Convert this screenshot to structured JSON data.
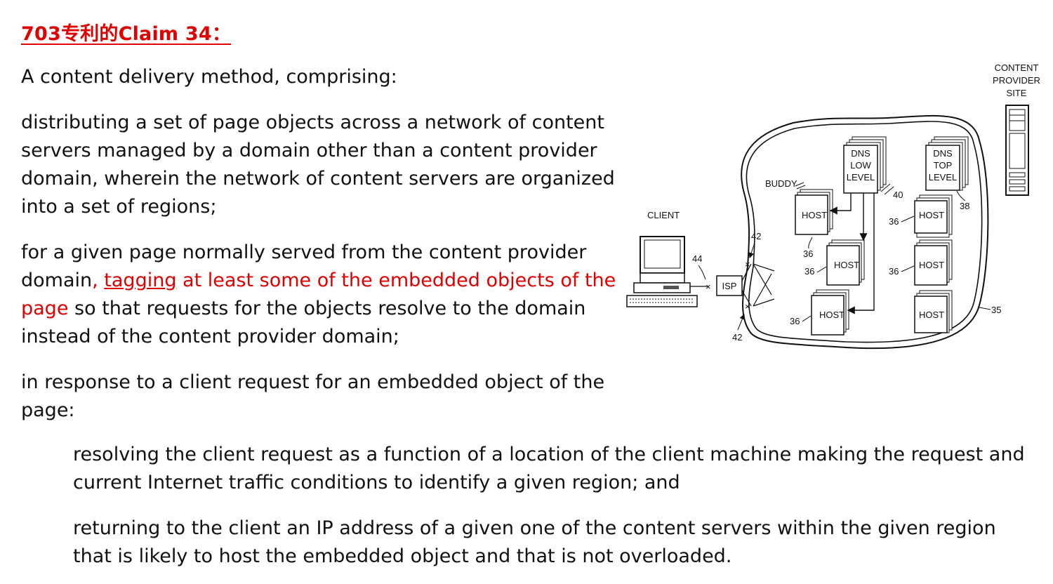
{
  "title": {
    "prefix": "703",
    "cn": "专利的",
    "claim": "Claim 34："
  },
  "intro": "A content delivery method, comprising:",
  "step1": "distributing a set of page objects across a network of content servers managed by a domain other than a content provider domain, wherein the network of content servers are organized into a set of regions;",
  "step2": {
    "lead": "for a given page normally served from the content provider domain",
    "comma": ", ",
    "red_underlined": "tagging",
    "red_rest": " at least some of the embedded objects of the page",
    "rest": " so that requests for the objects resolve to the domain instead of the content provider domain;"
  },
  "step3": "in response to a client request for an embedded object of the page:",
  "sub1": " resolving the client request as a function of a location of the  client machine making the request and current Internet traffic conditions to identify a given region; and",
  "sub2": " returning to the client an IP address of a given one of the content servers within the given region that is likely to host the embedded object and that is not overloaded.",
  "figure": {
    "client": "CLIENT",
    "isp": "ISP",
    "buddy": "BUDDY",
    "host": "HOST",
    "dns_low": [
      "DNS",
      "LOW",
      "LEVEL"
    ],
    "dns_top": [
      "DNS",
      "TOP",
      "LEVEL"
    ],
    "provider": [
      "CONTENT",
      "PROVIDER",
      "SITE"
    ],
    "refs": {
      "r35": "35",
      "r36": "36",
      "r38": "38",
      "r40": "40",
      "r42": "42",
      "r44": "44"
    }
  },
  "colors": {
    "highlight": "#e00000",
    "text": "#111111"
  }
}
